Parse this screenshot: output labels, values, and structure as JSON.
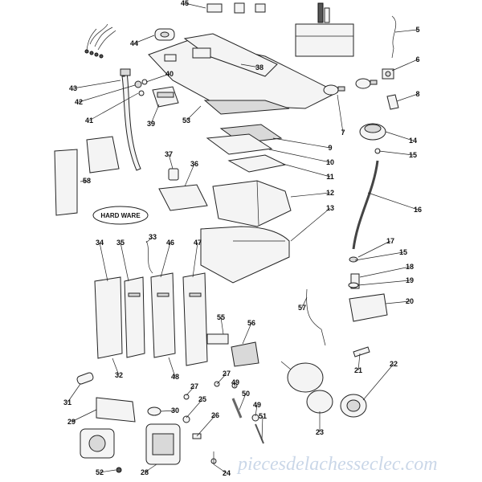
{
  "hardware_label": "HARD WARE",
  "watermark": "piecesdelachesseclec.com",
  "part_numbers": [
    "5",
    "6",
    "8",
    "7",
    "14",
    "15",
    "16",
    "17",
    "15",
    "18",
    "19",
    "20",
    "21",
    "22",
    "23",
    "45",
    "44",
    "38",
    "43",
    "42",
    "41",
    "40",
    "39",
    "53",
    "9",
    "10",
    "11",
    "12",
    "13",
    "37",
    "36",
    "58",
    "33",
    "34",
    "35",
    "46",
    "47",
    "32",
    "48",
    "55",
    "56",
    "57",
    "31",
    "29",
    "30",
    "28",
    "52",
    "27",
    "25",
    "26",
    "24",
    "27",
    "49",
    "50",
    "49",
    "51"
  ]
}
